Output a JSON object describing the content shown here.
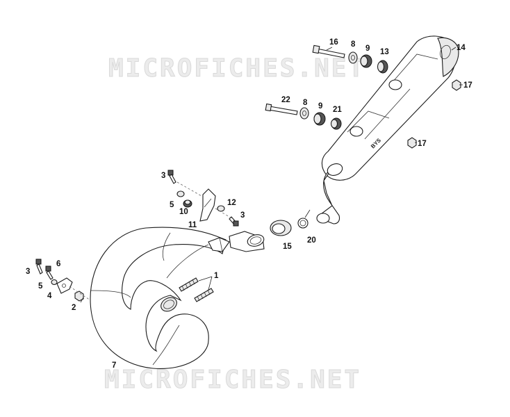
{
  "watermark": {
    "top": "MICROFICHES.NET",
    "bottom": "MICROFICHES.NET"
  },
  "silencer_logo": "BYS",
  "callouts": {
    "c1": "1",
    "c2": "2",
    "c3a": "3",
    "c3b": "3",
    "c3c": "3",
    "c4": "4",
    "c5a": "5",
    "c5b": "5",
    "c6": "6",
    "c7": "7",
    "c8a": "8",
    "c8b": "8",
    "c9a": "9",
    "c9b": "9",
    "c10": "10",
    "c11": "11",
    "c12": "12",
    "c13": "13",
    "c14": "14",
    "c15": "15",
    "c16": "16",
    "c17a": "17",
    "c17b": "17",
    "c20": "20",
    "c21": "21",
    "c22": "22"
  },
  "parts": [
    {
      "ref": "1",
      "description": "spring"
    },
    {
      "ref": "2",
      "description": "nut"
    },
    {
      "ref": "3",
      "description": "bolt"
    },
    {
      "ref": "4",
      "description": "bracket"
    },
    {
      "ref": "5",
      "description": "washer"
    },
    {
      "ref": "6",
      "description": "bolt"
    },
    {
      "ref": "7",
      "description": "exhaust pipe"
    },
    {
      "ref": "8",
      "description": "washer"
    },
    {
      "ref": "9",
      "description": "rubber grommet"
    },
    {
      "ref": "10",
      "description": "rubber grommet"
    },
    {
      "ref": "11",
      "description": "bracket"
    },
    {
      "ref": "12",
      "description": "washer"
    },
    {
      "ref": "13",
      "description": "spacer"
    },
    {
      "ref": "14",
      "description": "silencer"
    },
    {
      "ref": "15",
      "description": "o-ring seal"
    },
    {
      "ref": "16",
      "description": "bolt"
    },
    {
      "ref": "17",
      "description": "nut"
    },
    {
      "ref": "20",
      "description": "spring"
    },
    {
      "ref": "21",
      "description": "spacer"
    },
    {
      "ref": "22",
      "description": "bolt"
    }
  ]
}
